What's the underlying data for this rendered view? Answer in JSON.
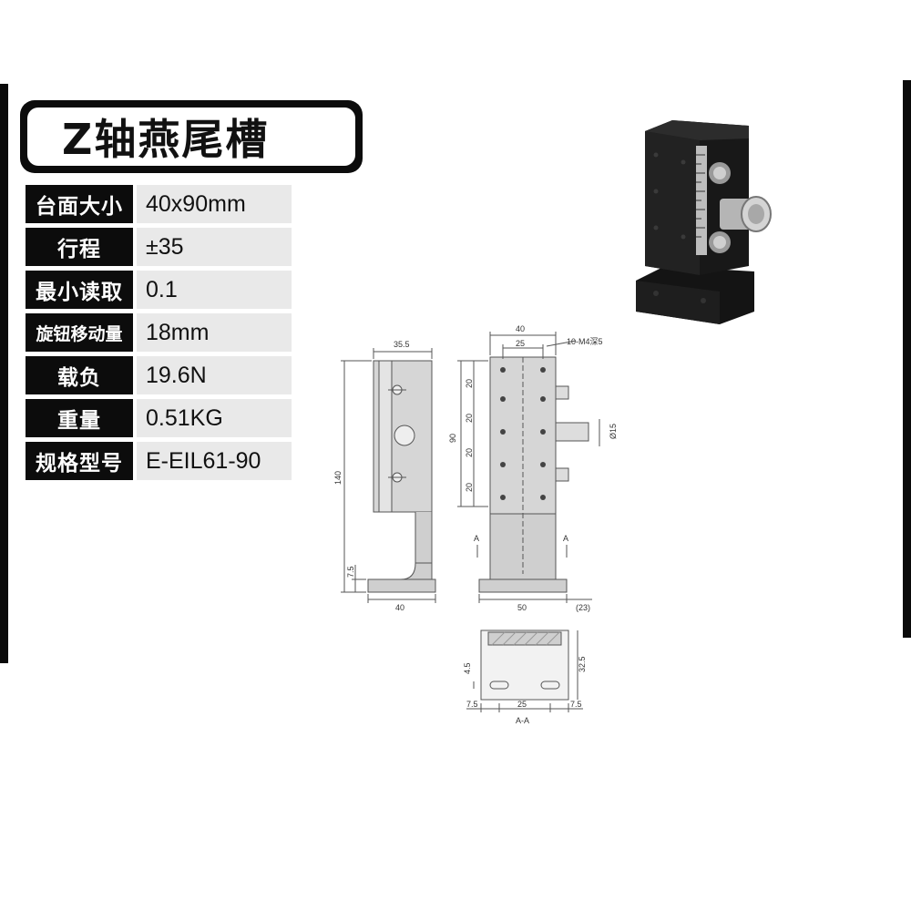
{
  "title": "Z轴燕尾槽",
  "specs": [
    {
      "label": "台面大小",
      "value": "40x90mm"
    },
    {
      "label": "行程",
      "value": "±35"
    },
    {
      "label": "最小读取",
      "value": "0.1"
    },
    {
      "label": "旋钮移动量",
      "value": "18mm"
    },
    {
      "label": "载负",
      "value": "19.6N"
    },
    {
      "label": "重量",
      "value": "0.51KG"
    },
    {
      "label": "规格型号",
      "value": "E-EIL61-90"
    }
  ],
  "dims": {
    "side_top": "35.5",
    "height": "140",
    "base_thick": "7.5",
    "side_bottom": "40",
    "front_top": "40",
    "front_inner": "25",
    "hole_note": "10-M4深5",
    "front_height": "90",
    "pitch": [
      "20",
      "20",
      "20",
      "20"
    ],
    "knob_dia": "Ø15",
    "front_bottom": "50",
    "knob_offset": "(23)",
    "section_a": "A",
    "sec_height": "32.5",
    "sec_slot": "4.5",
    "sec_left": "7.5",
    "sec_mid": "25",
    "sec_right": "7.5",
    "section_label": "A-A"
  },
  "colors": {
    "label_bg": "#0c0c0c",
    "value_bg": "#e9e9e9",
    "part_fill": "#d6d6d6"
  }
}
